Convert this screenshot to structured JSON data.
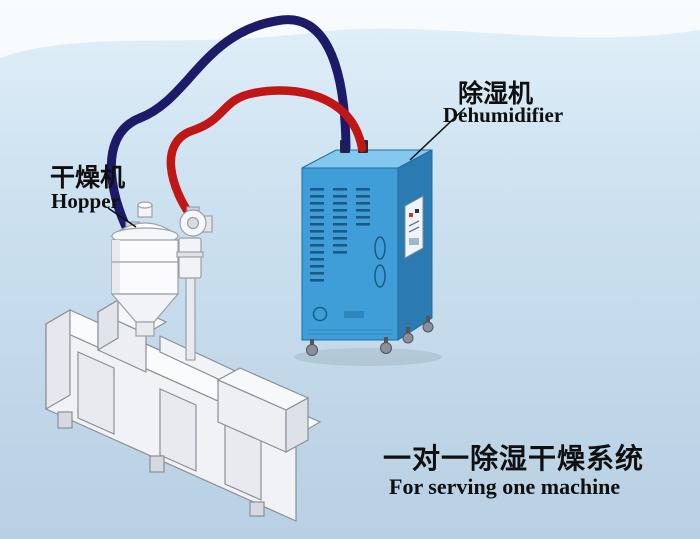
{
  "labels": {
    "hopper": {
      "cn": "干燥机",
      "en": "Hopper"
    },
    "dehumidifier": {
      "cn": "除湿机",
      "en": "Dehumidifier"
    },
    "caption": {
      "cn": "一对一除湿干燥系统",
      "en": "For serving one machine"
    }
  },
  "colors": {
    "pipe_red": "#c01616",
    "pipe_navy": "#1d1a68",
    "dehumidifier_front": "#3f9ed8",
    "dehumidifier_top": "#85c8ee",
    "dehumidifier_side": "#2b7ab0"
  },
  "diagram": {
    "type": "equipment-illustration",
    "components": [
      "dehumidifier",
      "hopper-dryer",
      "blower-unit",
      "extruder-machine",
      "red-air-hose",
      "navy-air-hose"
    ]
  }
}
